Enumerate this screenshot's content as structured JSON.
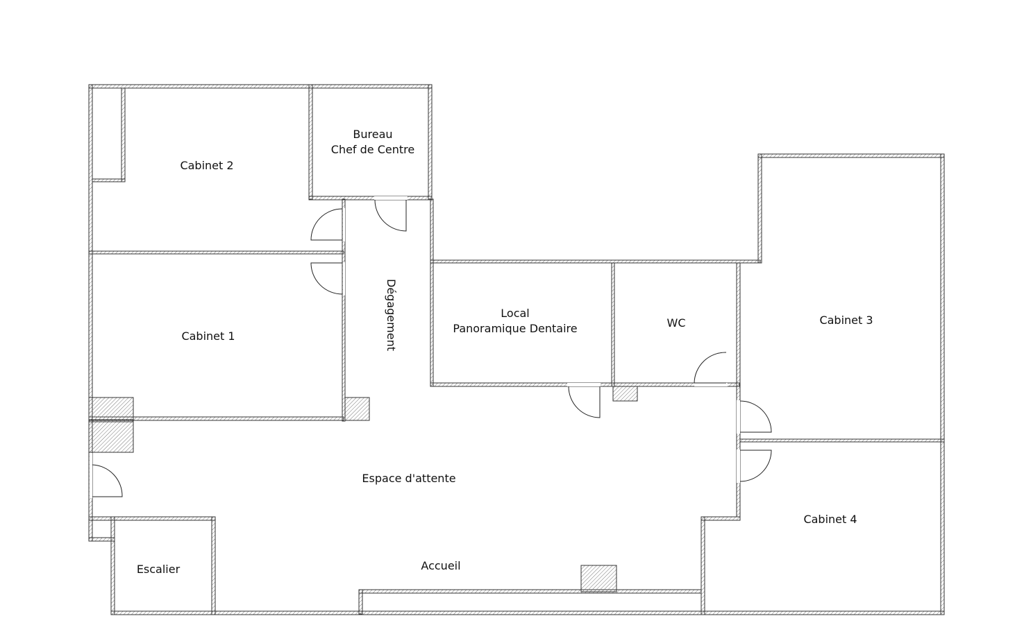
{
  "rooms": {
    "cabinet2": "Cabinet 2",
    "bureau_line1": "Bureau",
    "bureau_line2": "Chef de Centre",
    "cabinet1": "Cabinet 1",
    "degagement": "Dégagement",
    "local_line1": "Local",
    "local_line2": "Panoramique Dentaire",
    "wc": "WC",
    "cabinet3": "Cabinet 3",
    "cabinet4": "Cabinet 4",
    "espace_attente": "Espace d'attente",
    "accueil": "Accueil",
    "escalier": "Escalier"
  },
  "colors": {
    "wall_line": "#333333",
    "hatch": "#777777",
    "background": "#ffffff"
  }
}
